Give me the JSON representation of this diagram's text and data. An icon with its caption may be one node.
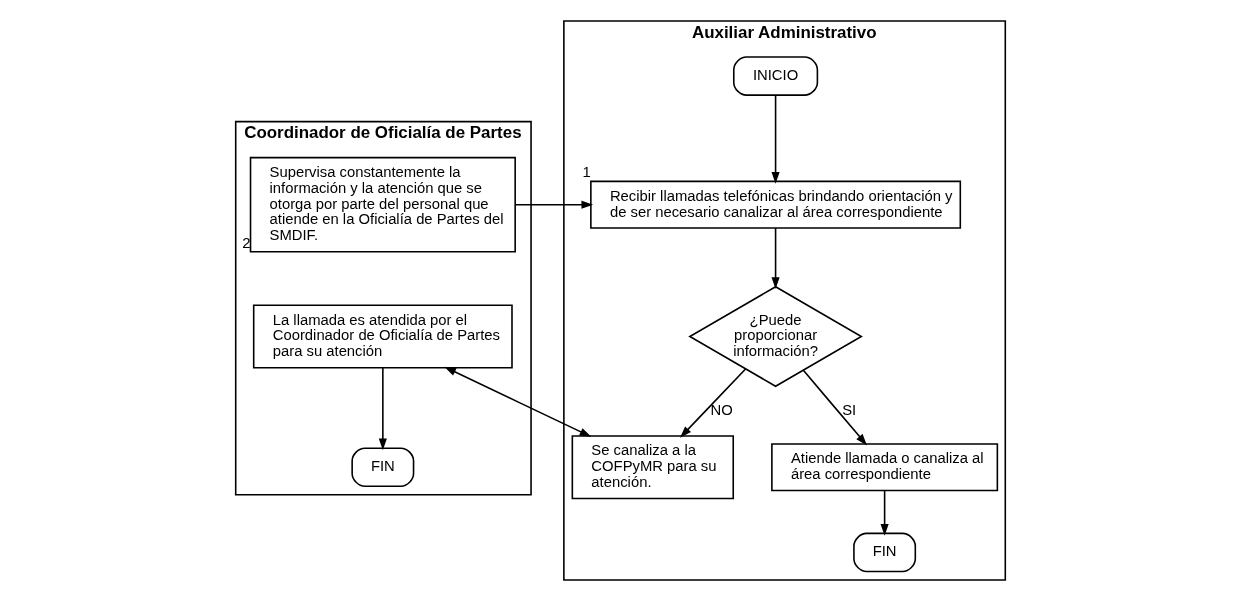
{
  "diagram": {
    "nodes": [
      {
        "text": [
          "Coordinador de Oficialía de Partes"
        ]
      },
      {
        "text": [
          "Auxiliar Administrativo"
        ]
      },
      {
        "text": [
          "INICIO"
        ],
        "in": 1
      },
      {
        "text": [
          "Supervisa constantemente la información y la atención que se otorga por parte del personal que atiende en la Oficialía de Partes del SMDIF."
        ],
        "in": 0,
        "beside": [
          "2"
        ]
      },
      {
        "text": [
          "Recibir llamadas telefónicas brindando orientación y de ser necesario canalizar al área correspondiente"
        ],
        "in": 1,
        "beside": [
          "1"
        ]
      },
      {
        "text": [
          "¿Puede proporcionar información?"
        ],
        "in": 1
      },
      {
        "text": [
          "La llamada es atendida por el Coordinador de Oficialía de Partes para su atención"
        ],
        "in": 0
      },
      {
        "text": [
          "Se canaliza a la COFPyMR para su atención."
        ],
        "in": 1
      },
      {
        "text": [
          "Atiende llamada o canaliza al área correspondiente"
        ],
        "in": 1
      },
      {
        "text": [
          "FIN"
        ],
        "in": 0
      },
      {
        "text": [
          "FIN"
        ],
        "in": 1
      }
    ],
    "edges": [
      {
        "from": 2,
        "to": 4,
        "arrow": "to"
      },
      {
        "from": 3,
        "to": 4,
        "arrow": "to"
      },
      {
        "from": 4,
        "to": 5,
        "arrow": "to"
      },
      {
        "from": 5,
        "to": 7,
        "arrow": "to",
        "label": "NO"
      },
      {
        "from": 5,
        "to": 8,
        "arrow": "to",
        "label": "SI"
      },
      {
        "from": 7,
        "to": 6,
        "arrow": "both"
      },
      {
        "from": 6,
        "to": 9,
        "arrow": "to"
      },
      {
        "from": 8,
        "to": 10,
        "arrow": "to"
      }
    ]
  }
}
